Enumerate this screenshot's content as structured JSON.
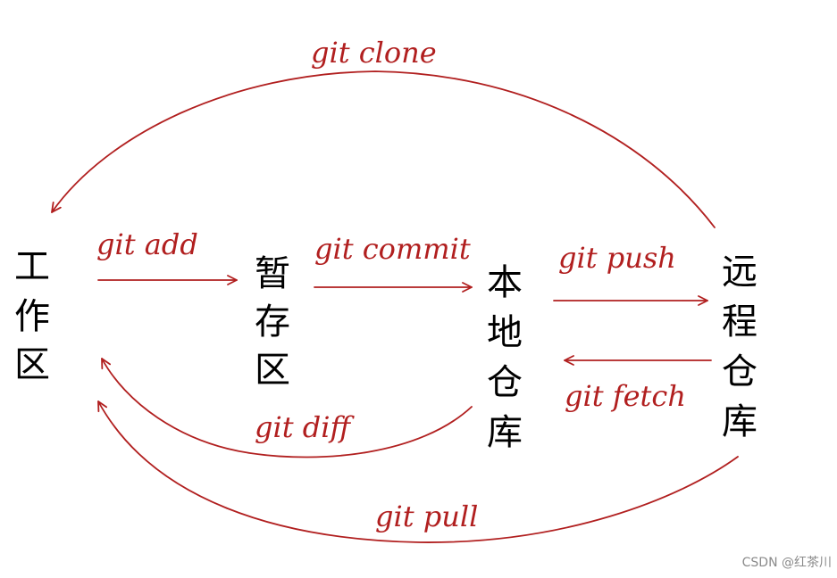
{
  "nodes": {
    "workspace": [
      "工",
      "作",
      "区"
    ],
    "staging": [
      "暂",
      "存",
      "区"
    ],
    "local_repo": [
      "本",
      "地",
      "仓",
      "库"
    ],
    "remote_repo": [
      "远",
      "程",
      "仓",
      "库"
    ]
  },
  "edges": {
    "git_clone": "git clone",
    "git_add": "git add",
    "git_commit": "git commit",
    "git_push": "git push",
    "git_fetch": "git fetch",
    "git_diff": "git diff",
    "git_pull": "git pull"
  },
  "colors": {
    "arrow": "#b11f1f",
    "text": "#000000"
  },
  "watermark": "CSDN @红茶川"
}
